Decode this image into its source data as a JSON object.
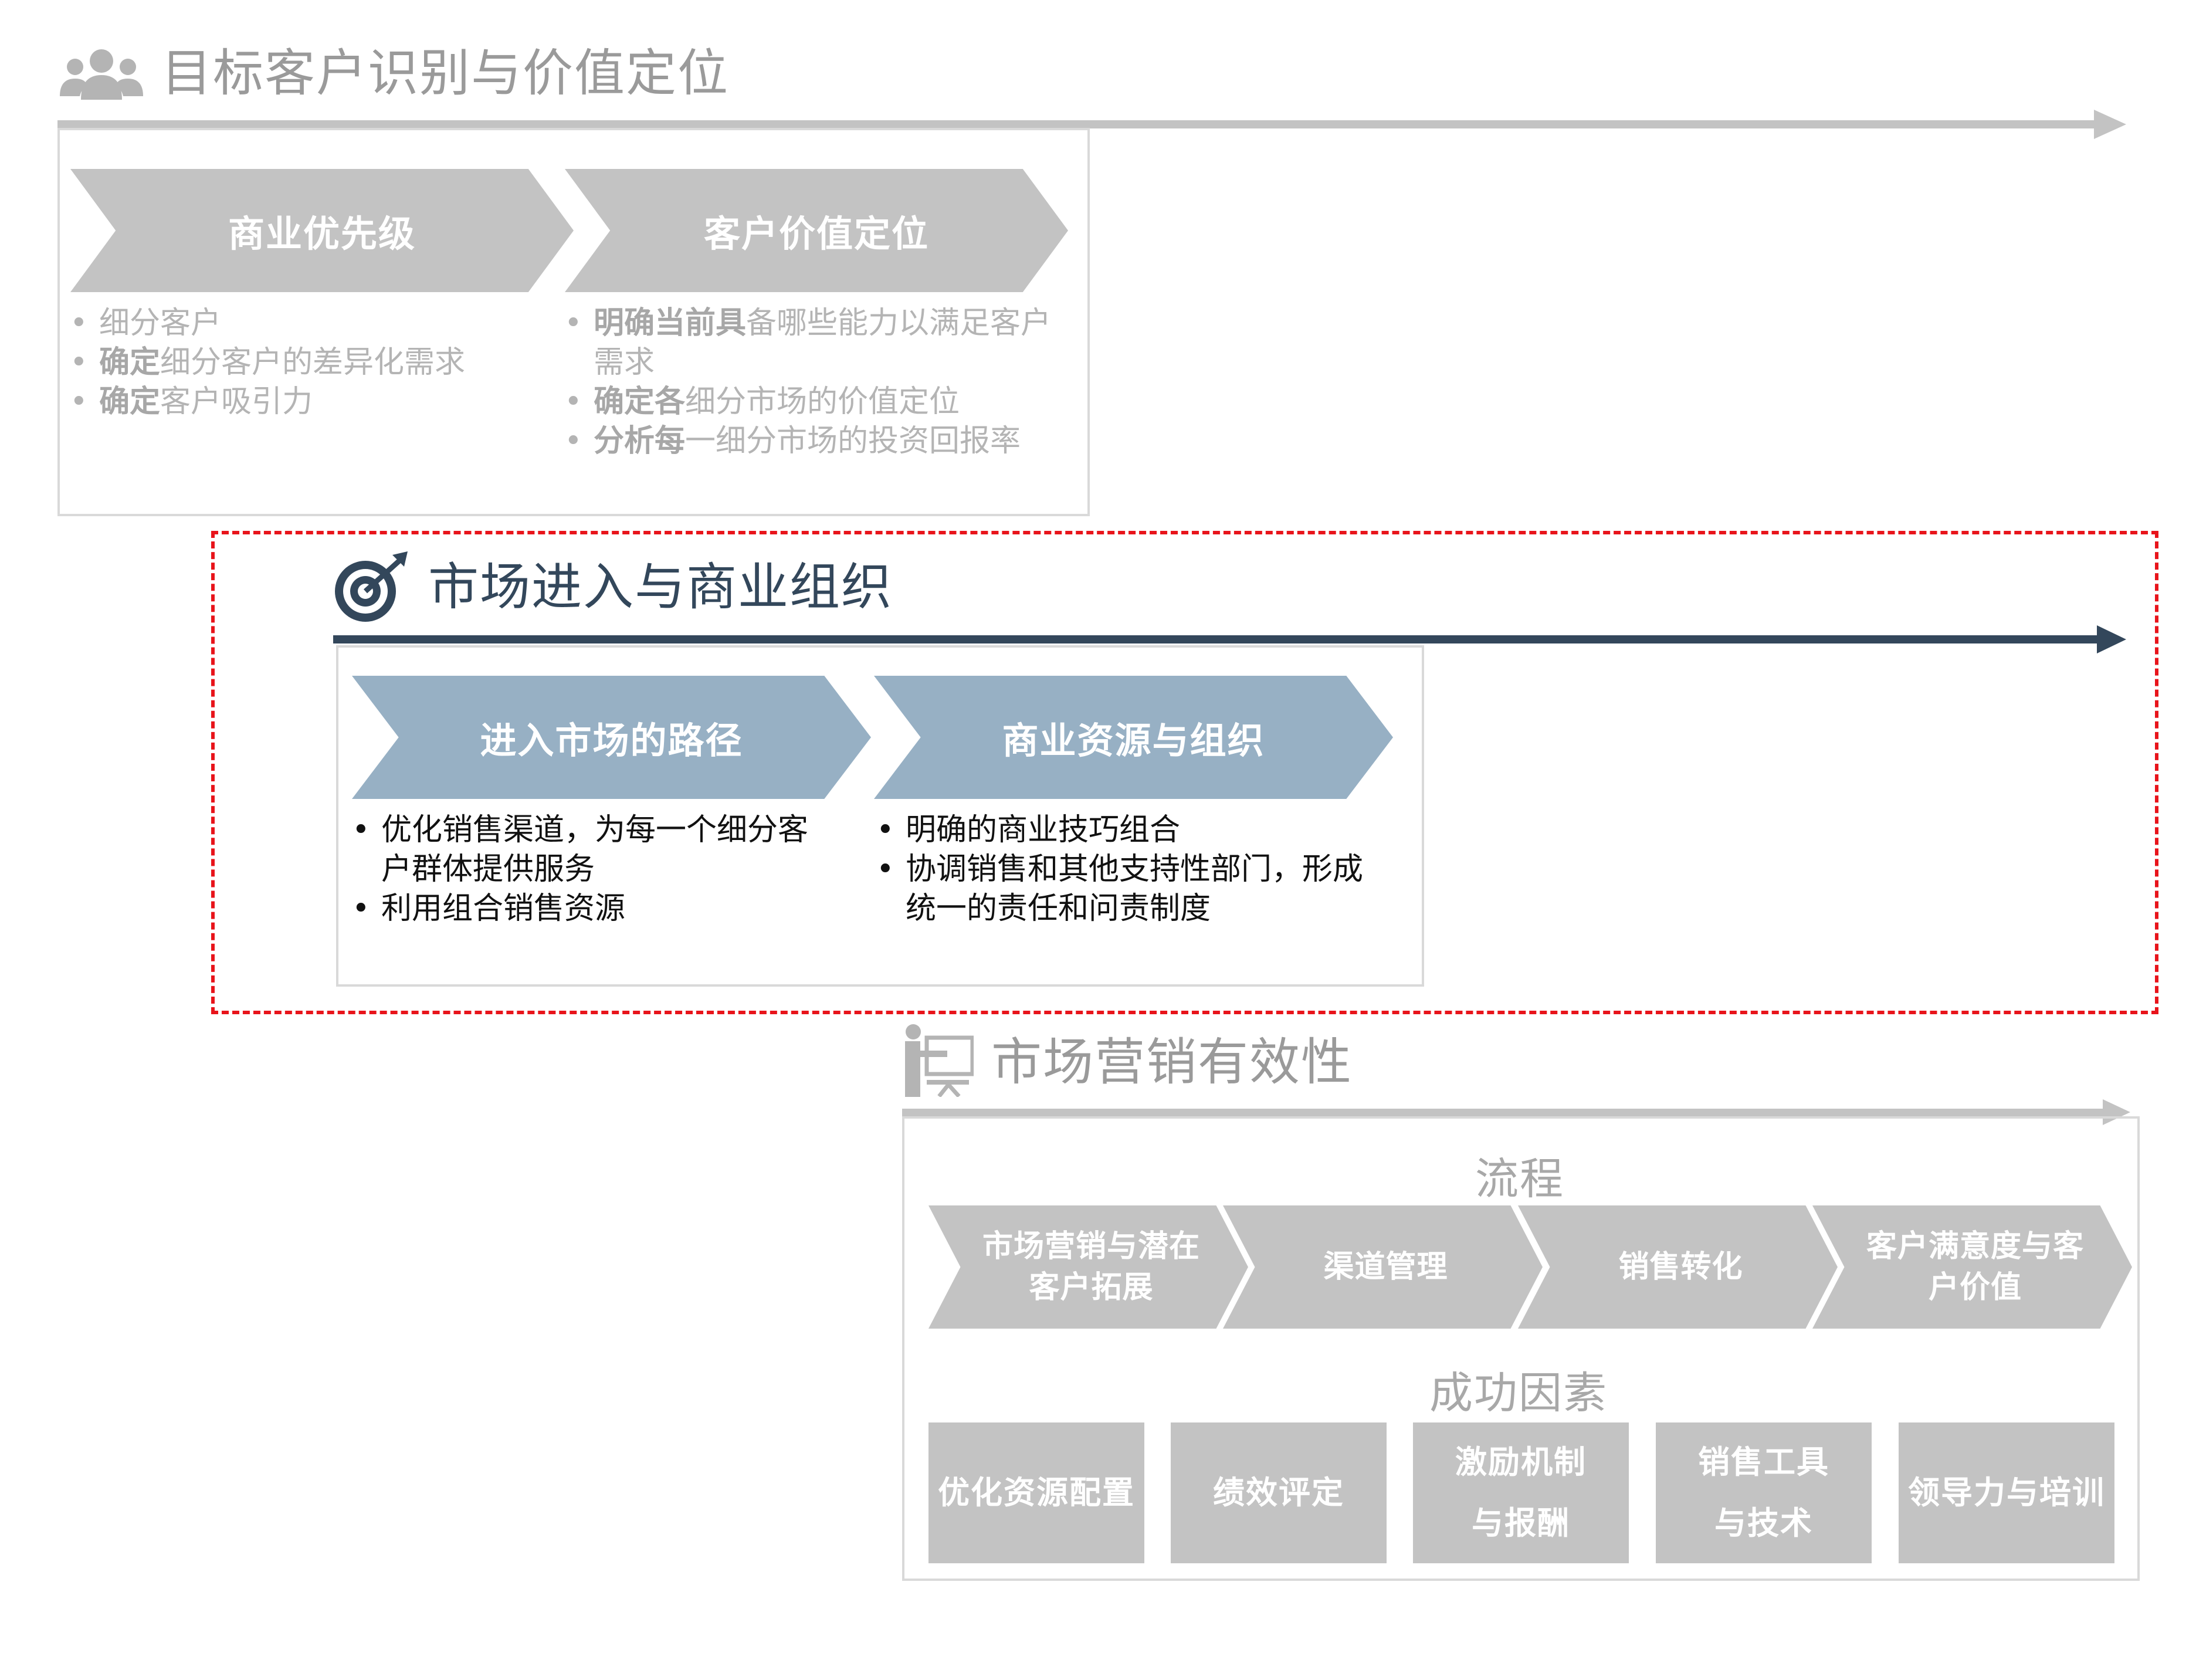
{
  "colors": {
    "gray_section": "#c3c3c3",
    "blue_section": "#97b0c4",
    "dark_arrow": "#33475b",
    "dashed_highlight": "#e8141b"
  },
  "section1": {
    "title": "目标客户识别与价值定位",
    "icon": "people-group-icon",
    "chevrons": [
      {
        "label": "商业优先级",
        "bullets": [
          {
            "bold": "",
            "text": "细分客户"
          },
          {
            "bold": "确定",
            "text": "细分客户的差异化需求"
          },
          {
            "bold": "确定",
            "text": "客户吸引力"
          }
        ]
      },
      {
        "label": "客户价值定位",
        "bullets": [
          {
            "bold": "明确当前具",
            "text": "备哪些能力以满足客户需求"
          },
          {
            "bold": "确定各",
            "text": "细分市场的价值定位"
          },
          {
            "bold": "分析每",
            "text": "一细分市场的投资回报率"
          }
        ]
      }
    ]
  },
  "section2": {
    "title": "市场进入与商业组织",
    "icon": "target-icon",
    "chevrons": [
      {
        "label": "进入市场的路径",
        "bullets": [
          "优化销售渠道，为每一个细分客户群体提供服务",
          "利用组合销售资源"
        ]
      },
      {
        "label": "商业资源与组织",
        "bullets": [
          "明确的商业技巧组合",
          "协调销售和其他支持性部门，形成统一的责任和问责制度"
        ]
      }
    ]
  },
  "section3": {
    "title": "市场营销有效性",
    "icon": "presenter-icon",
    "process_label": "流程",
    "process": [
      "市场营销与潜在客户拓展",
      "渠道管理",
      "销售转化",
      "客户满意度与客户价值"
    ],
    "factors_label": "成功因素",
    "factors": [
      "优化资源配置",
      "绩效评定",
      "激励机制与报酬",
      "销售工具与技术",
      "领导力与培训"
    ]
  },
  "bullet_char": "•"
}
